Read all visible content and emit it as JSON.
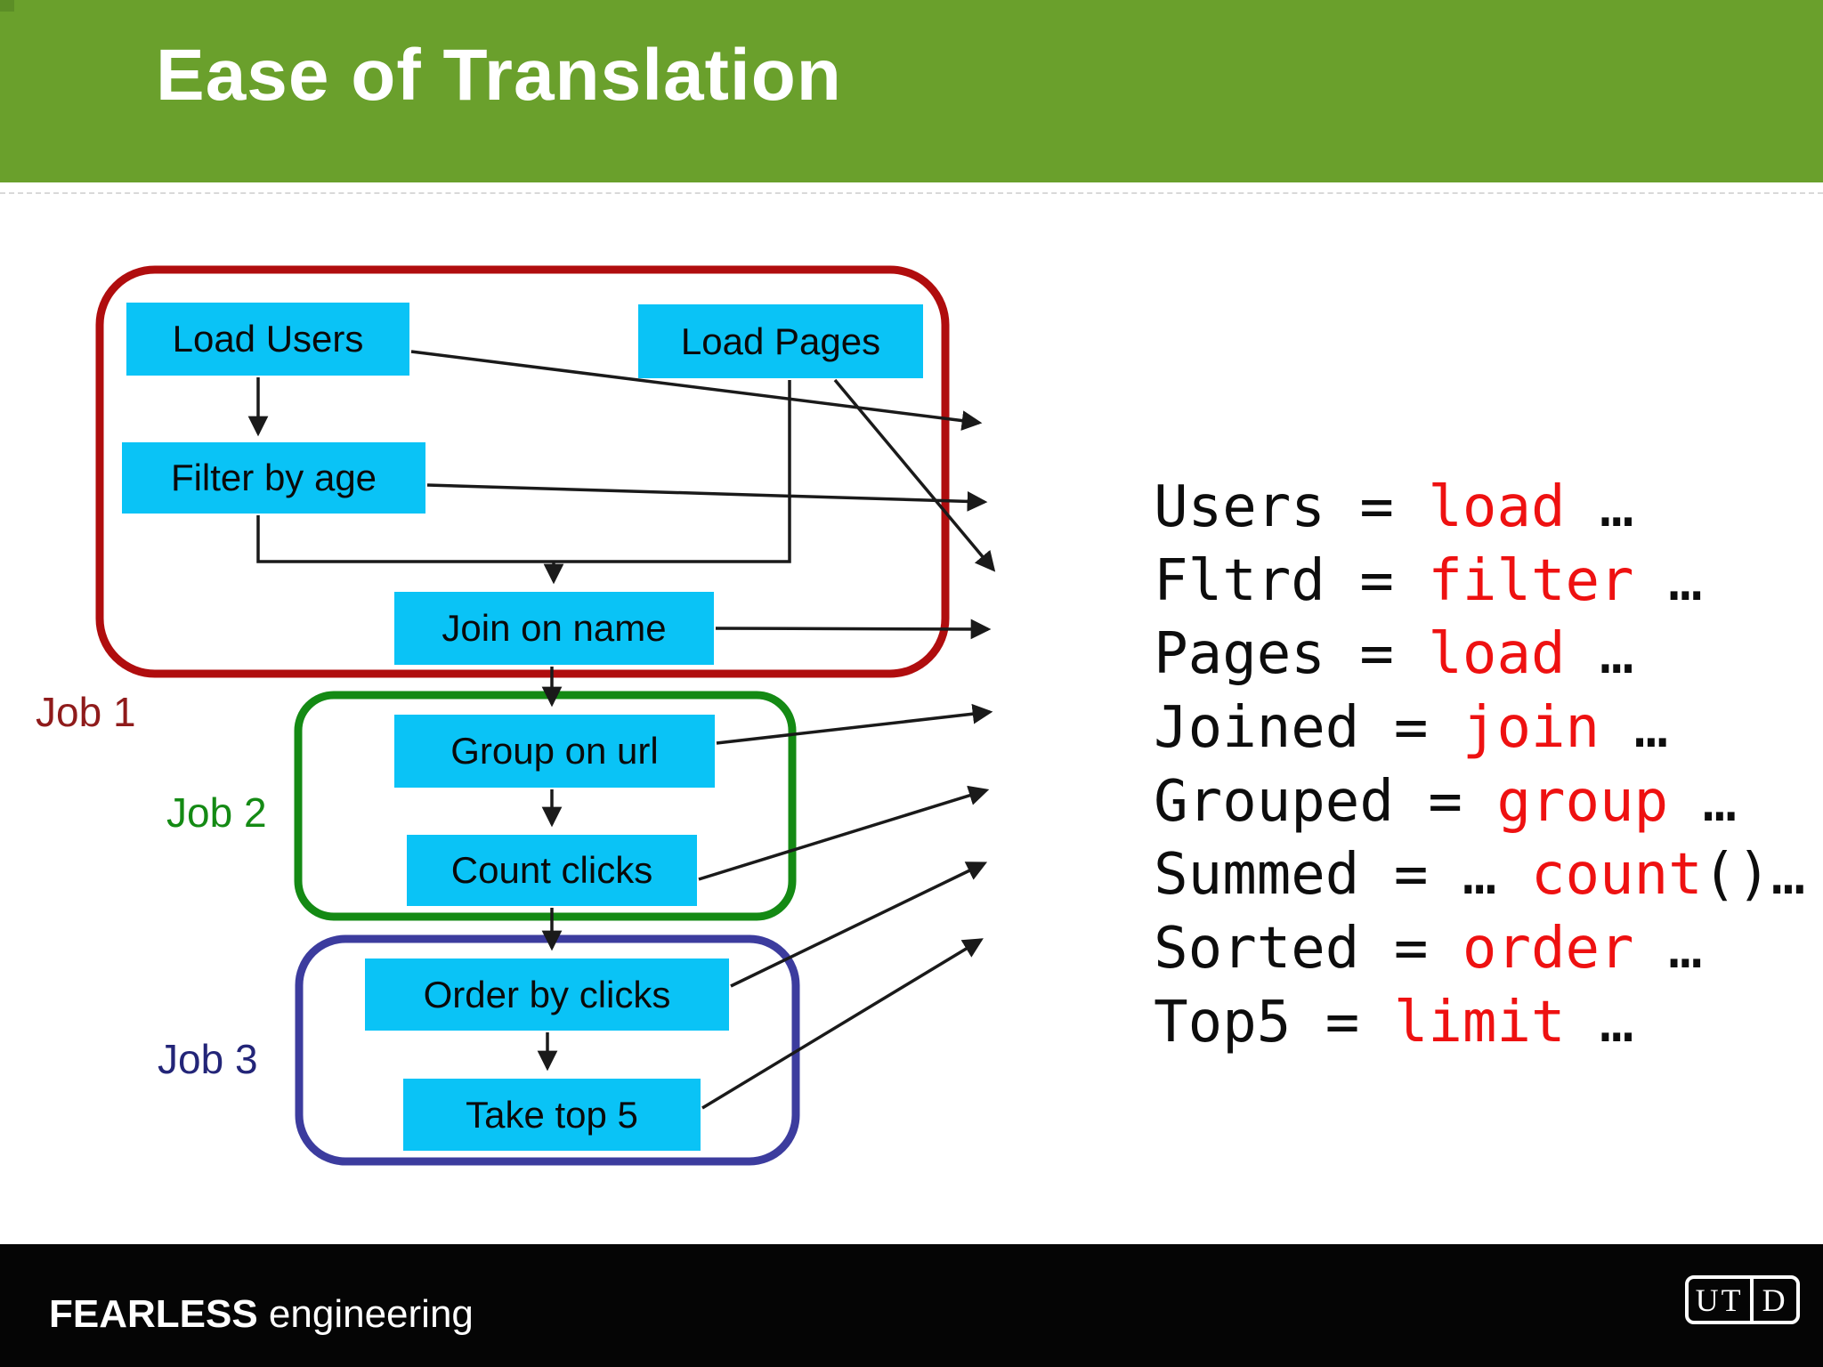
{
  "header": {
    "title": "Ease of Translation"
  },
  "diagram": {
    "jobs": [
      {
        "label": "Job 1"
      },
      {
        "label": "Job 2"
      },
      {
        "label": "Job 3"
      }
    ],
    "nodes": [
      {
        "label": "Load Users"
      },
      {
        "label": "Load Pages"
      },
      {
        "label": "Filter by age"
      },
      {
        "label": "Join on name"
      },
      {
        "label": "Group on url"
      },
      {
        "label": "Count clicks"
      },
      {
        "label": "Order by clicks"
      },
      {
        "label": "Take top 5"
      }
    ]
  },
  "code": {
    "lines": [
      {
        "pre": "Users = ",
        "keyword": "load",
        "post": " …"
      },
      {
        "pre": "Fltrd = ",
        "keyword": "filter",
        "post": " …"
      },
      {
        "pre": "Pages = ",
        "keyword": "load",
        "post": " …"
      },
      {
        "pre": "Joined = ",
        "keyword": "join",
        "post": " …"
      },
      {
        "pre": "Grouped = ",
        "keyword": "group",
        "post": " …"
      },
      {
        "pre": "Summed = … ",
        "keyword": "count",
        "post": "()…"
      },
      {
        "pre": "Sorted = ",
        "keyword": "order",
        "post": " …"
      },
      {
        "pre": "Top5 = ",
        "keyword": "limit",
        "post": " …"
      }
    ]
  },
  "footer": {
    "brand_bold": "FEARLESS",
    "brand_regular": " engineering",
    "logo_left": "UT",
    "logo_right": "D"
  },
  "colors": {
    "header_green": "#6aa02c",
    "node_cyan": "#0ac3f6",
    "job1_red": "#b00d0e",
    "job2_green": "#148a14",
    "job3_blue": "#3c3c9e",
    "label1_red": "#8f1b1b",
    "label2_green": "#148a14",
    "label3_navy": "#232578",
    "keyword_red": "#ee1111"
  }
}
